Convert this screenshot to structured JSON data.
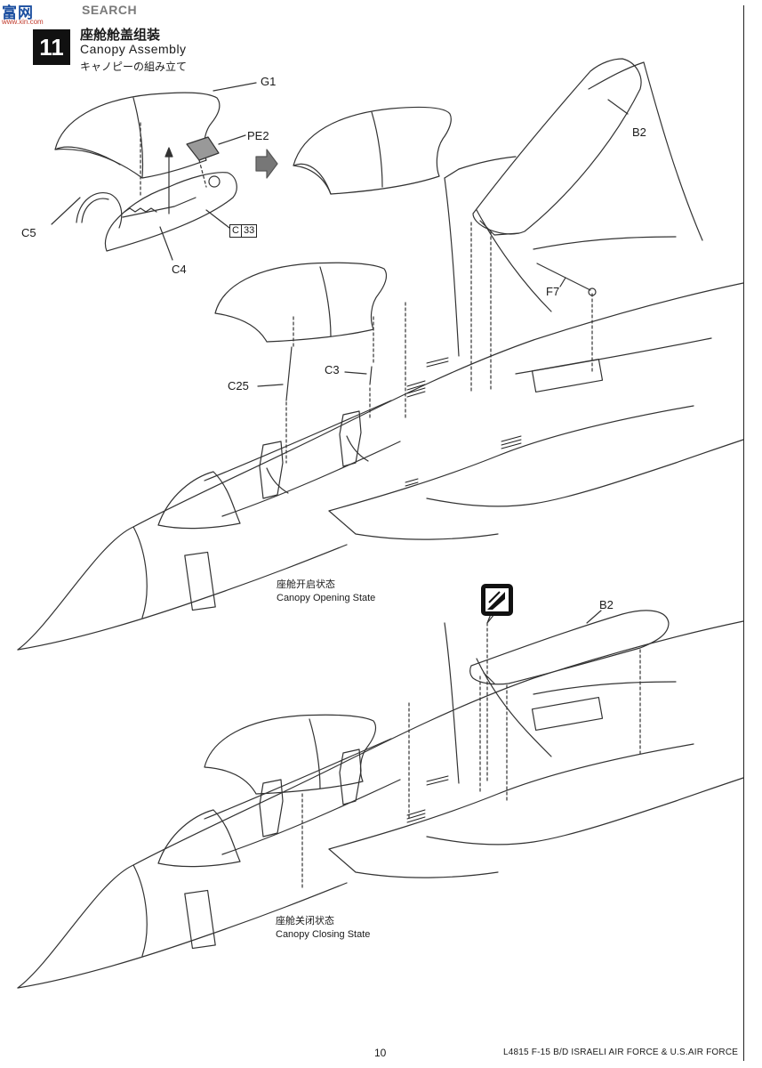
{
  "watermark": {
    "logo": "富网",
    "search": "SEARCH",
    "url": "www.xin.com"
  },
  "step": {
    "number": "11",
    "title_cn": "座舱舱盖组装",
    "title_en": "Canopy Assembly",
    "title_jp": "キャノピーの組み立て"
  },
  "parts": {
    "g1": "G1",
    "pe2": "PE2",
    "c5": "C5",
    "c4": "C4",
    "c33_letter": "C",
    "c33_number": "33",
    "b2_top": "B2",
    "f7": "F7",
    "c3": "C3",
    "c25": "C25",
    "b2_bottom": "B2"
  },
  "captions": {
    "open_cn": "座舱开启状态",
    "open_en": "Canopy Opening State",
    "closed_cn": "座舱关闭状态",
    "closed_en": "Canopy Closing State"
  },
  "footer": {
    "page": "10",
    "code": "L4815  F-15 B/D ISRAELI AIR FORCE & U.S.AIR FORCE"
  },
  "icons": {
    "arrow": "next-step-arrow-icon",
    "glue": "cement-symbol-icon"
  }
}
